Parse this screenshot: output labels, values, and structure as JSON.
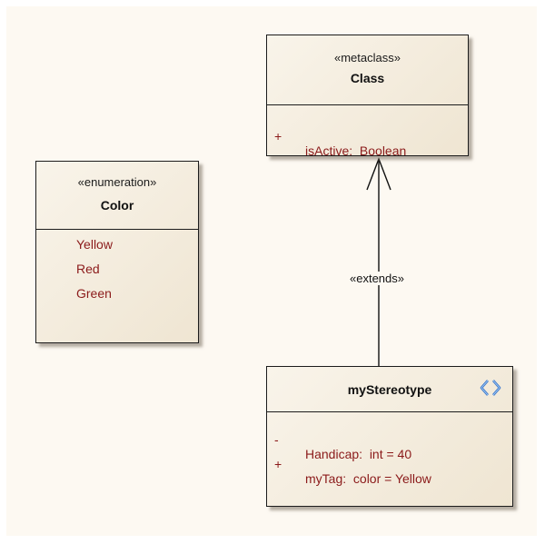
{
  "diagram": {
    "metaclass": {
      "stereotype": "«metaclass»",
      "name": "Class",
      "attributes": [
        {
          "visibility": "+",
          "text": "isActive:  Boolean"
        }
      ]
    },
    "enumeration": {
      "stereotype": "«enumeration»",
      "name": "Color",
      "literals": [
        "Yellow",
        "Red",
        "Green"
      ]
    },
    "stereotype_class": {
      "name": "myStereotype",
      "icon": "stereotype-icon",
      "attributes": [
        {
          "visibility": "-",
          "text": "Handicap:  int = 40"
        },
        {
          "visibility": "+",
          "text": "myTag:  color = Yellow"
        }
      ]
    },
    "connector": {
      "label": "«extends»",
      "arrow": "open-arrowhead"
    }
  },
  "colors": {
    "background": "#fdf9f2",
    "box_fill": "#f4ecdd",
    "border": "#1c1c1c",
    "attribute_text": "#8b1a1a",
    "icon_blue": "#2f6fc8"
  }
}
